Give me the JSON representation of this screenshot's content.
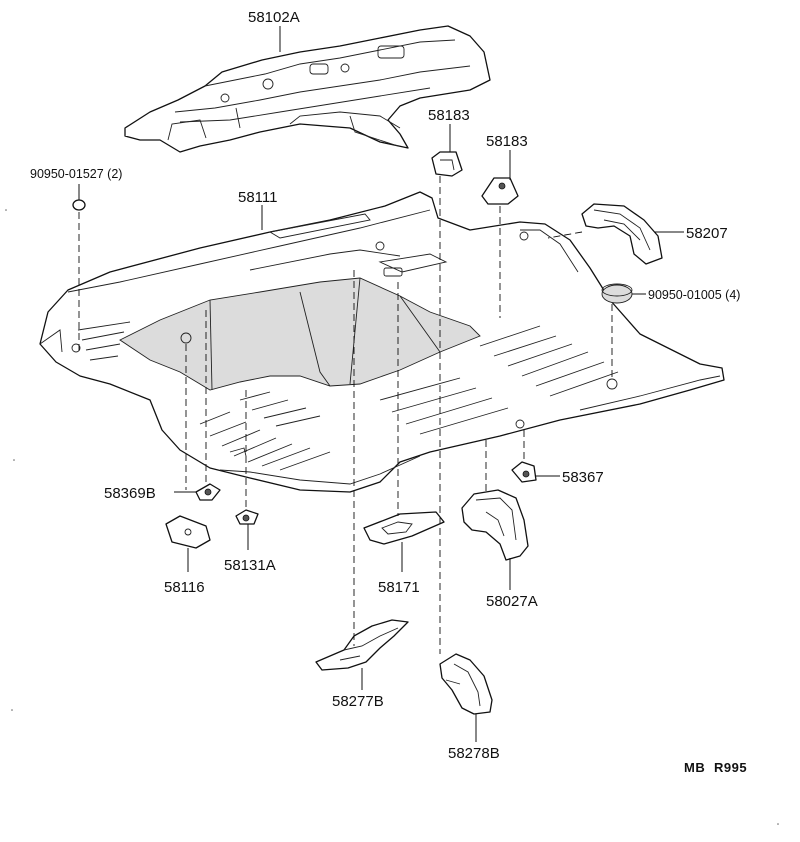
{
  "labels": {
    "p58102A": "58102A",
    "p58183a": "58183",
    "p58183b": "58183",
    "p90950_01527": "90950-01527 (2)",
    "p58111": "58111",
    "p58207": "58207",
    "p90950_01005": "90950-01005 (4)",
    "p58367": "58367",
    "p58369B": "58369B",
    "p58116": "58116",
    "p58131A": "58131A",
    "p58171": "58171",
    "p58027A": "58027A",
    "p58277B": "58277B",
    "p58278B": "58278B"
  },
  "code": {
    "left": "MB",
    "right": "R995"
  }
}
